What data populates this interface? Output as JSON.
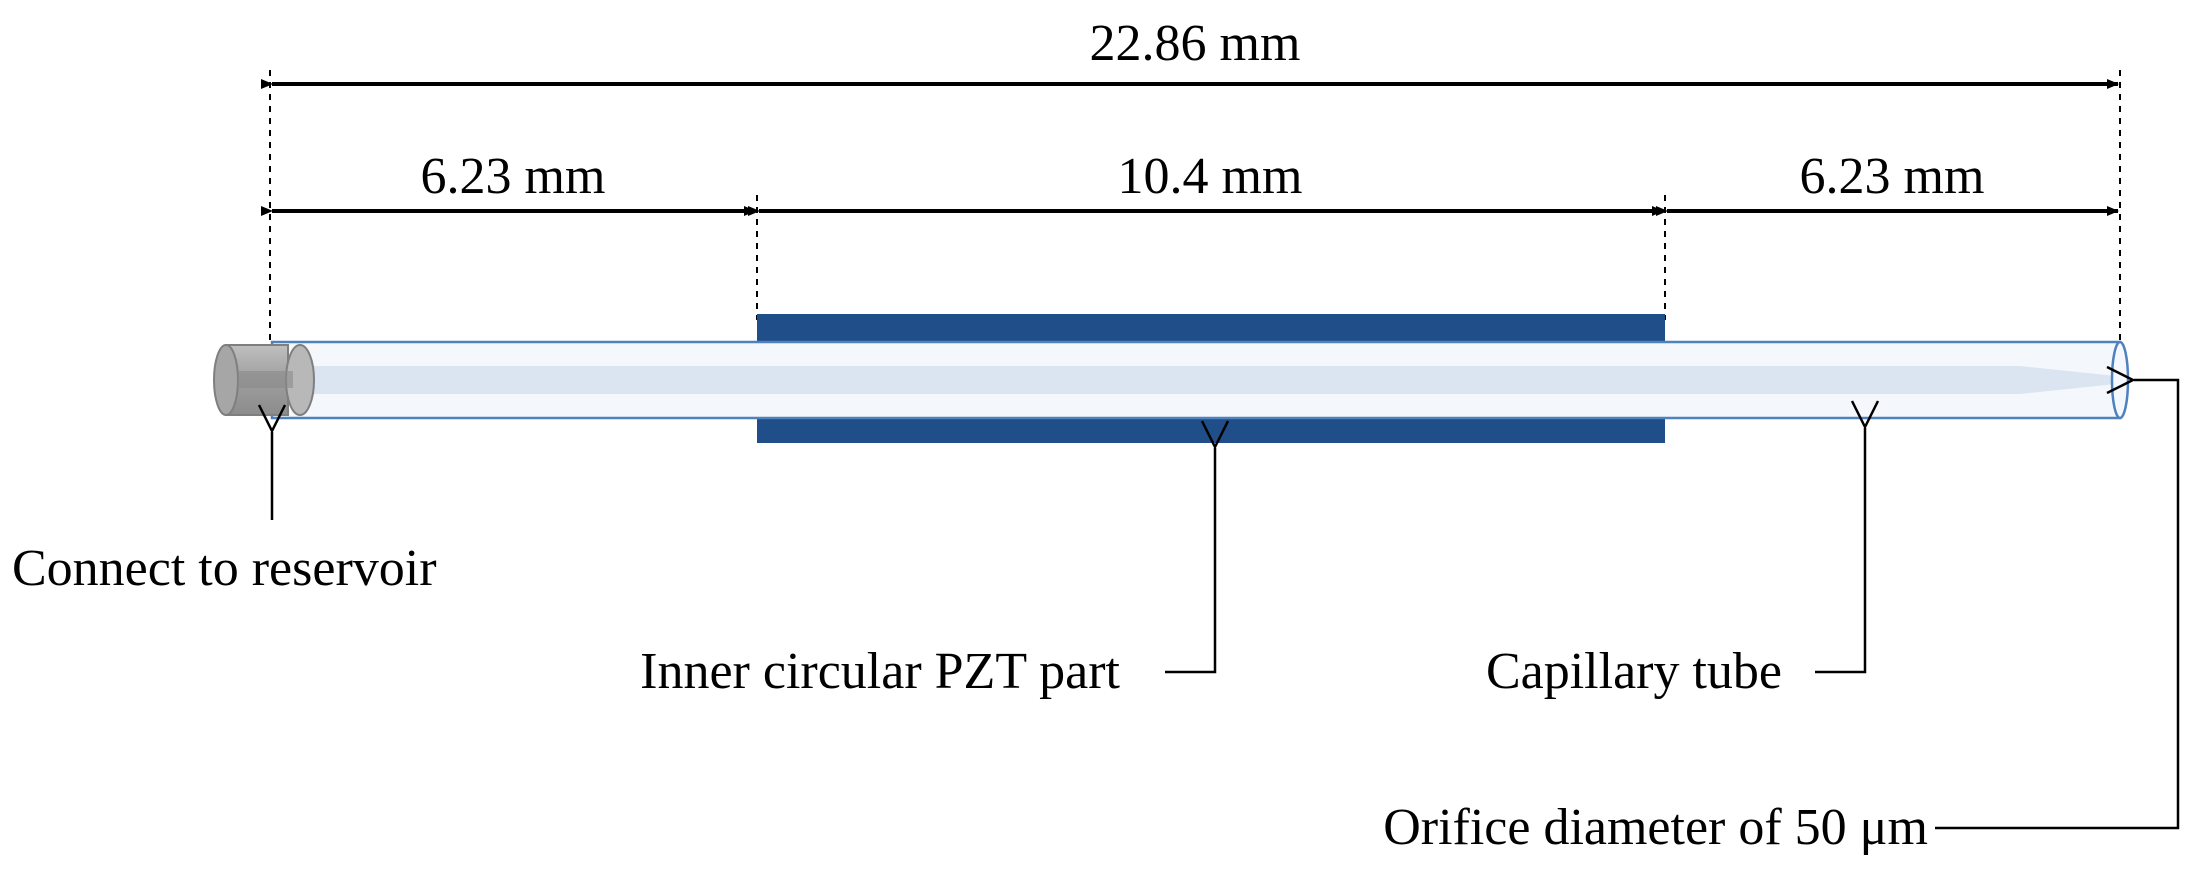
{
  "dimensions": {
    "total_length": "22.86 mm",
    "left_section": "6.23 mm",
    "middle_section": "10.4 mm",
    "right_section": "6.23 mm"
  },
  "callouts": {
    "reservoir": "Connect to reservoir",
    "pzt": "Inner circular PZT part",
    "capillary": "Capillary tube",
    "orifice": "Orifice diameter of 50 μm"
  },
  "colors": {
    "pzt": "#1f4e89",
    "tube_outline": "#4f81bd",
    "tube_fill": "#f4f8fc",
    "tube_core": "#dbe5f1",
    "connector": "#a6a6a6",
    "line": "#000000"
  }
}
